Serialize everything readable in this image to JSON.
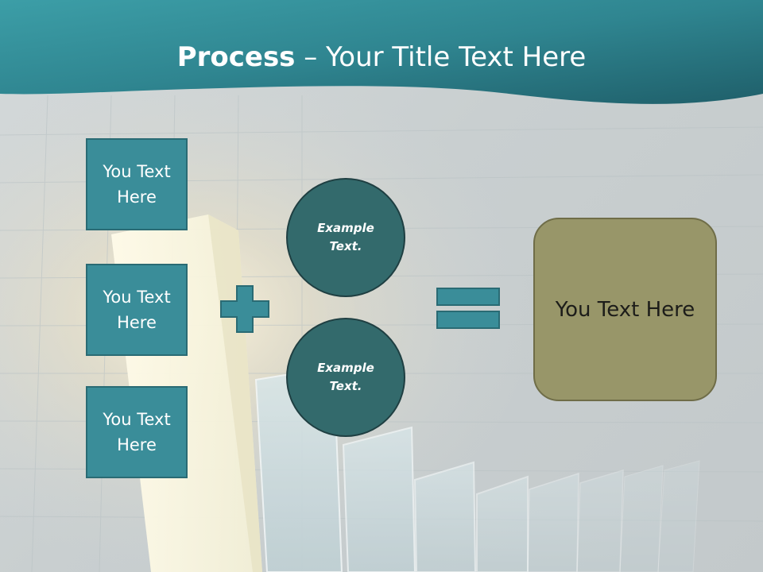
{
  "title": {
    "bold": "Process",
    "rest": " – Your Title Text Here"
  },
  "input_boxes": [
    {
      "label": "You Text Here"
    },
    {
      "label": "You Text Here"
    },
    {
      "label": "You Text Here"
    }
  ],
  "circles": [
    {
      "label": "Example Text."
    },
    {
      "label": "Example Text."
    }
  ],
  "result": {
    "label": "You Text Here"
  },
  "icons": {
    "plus": "plus-icon",
    "equals": "equals-icon"
  },
  "colors": {
    "header": "#2f8590",
    "box_fill": "#3a8d99",
    "circle_fill": "#336a6c",
    "result_fill": "#989669"
  }
}
